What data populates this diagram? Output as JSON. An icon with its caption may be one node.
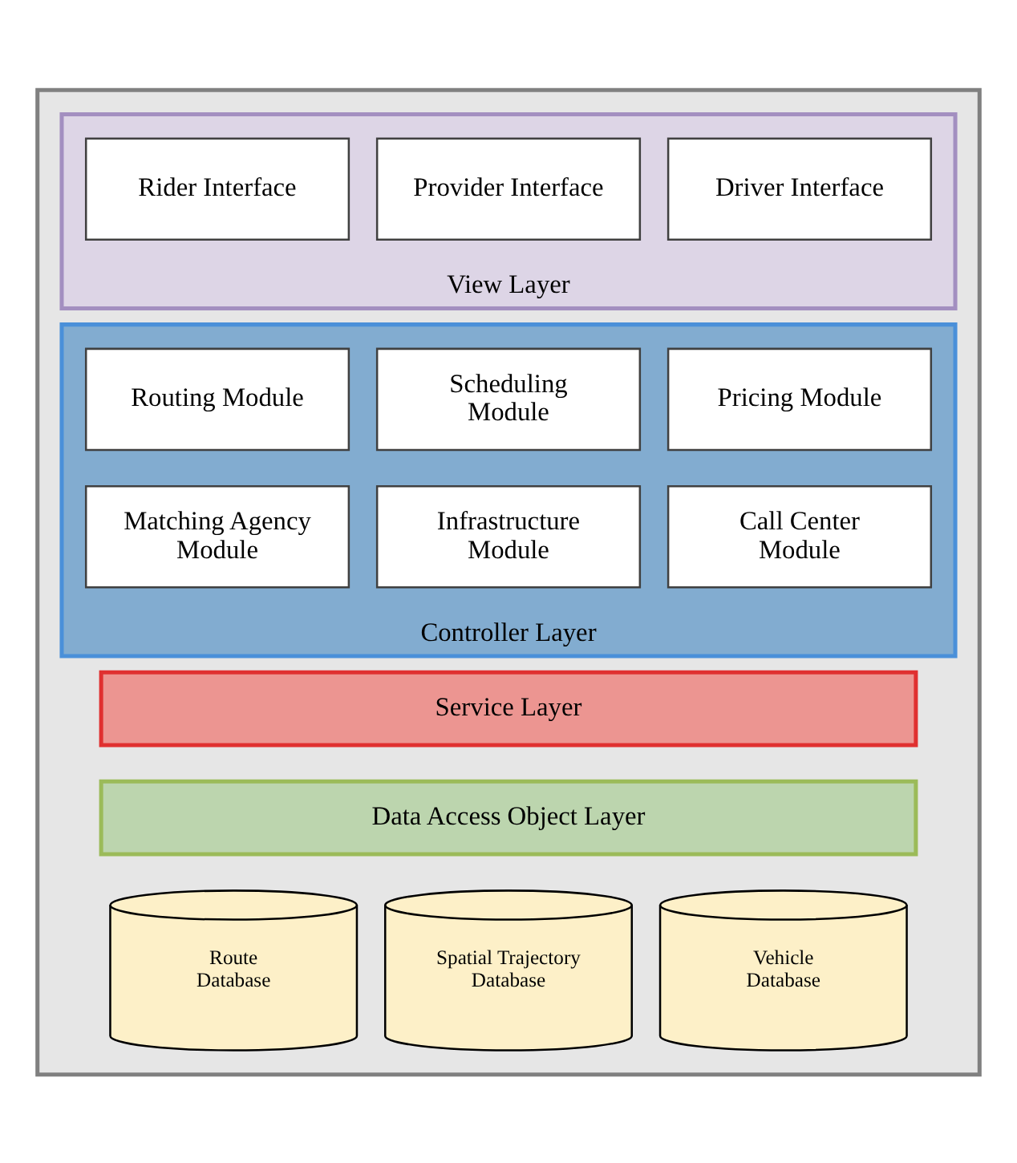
{
  "diagram": {
    "nodes": [
      {
        "text": [],
        "shape": "box"
      },
      {
        "text": [
          "View Layer"
        ],
        "in": 0
      },
      {
        "text": [
          "Rider Interface"
        ],
        "in": 1
      },
      {
        "text": [
          "Provider Interface"
        ],
        "in": 1
      },
      {
        "text": [
          "Driver Interface"
        ],
        "in": 1
      },
      {
        "text": [
          "Controller Layer"
        ],
        "in": 0
      },
      {
        "text": [
          "Routing Module"
        ],
        "in": 5
      },
      {
        "text": [
          "Scheduling Module"
        ],
        "in": 5
      },
      {
        "text": [
          "Pricing Module"
        ],
        "in": 5
      },
      {
        "text": [
          "Matching Agency Module"
        ],
        "in": 5
      },
      {
        "text": [
          "Infrastructure Module"
        ],
        "in": 5
      },
      {
        "text": [
          "Call Center Module"
        ],
        "in": 5
      },
      {
        "text": [
          "Service Layer"
        ],
        "in": 0
      },
      {
        "text": [
          "Data Access Object Layer"
        ],
        "in": 0
      },
      {
        "text": [
          "Route Database"
        ],
        "in": 0
      },
      {
        "text": [
          "Spatial Trajectory Database"
        ],
        "in": 0
      },
      {
        "text": [
          "Vehicle Database"
        ],
        "in": 0
      }
    ],
    "edges": []
  }
}
